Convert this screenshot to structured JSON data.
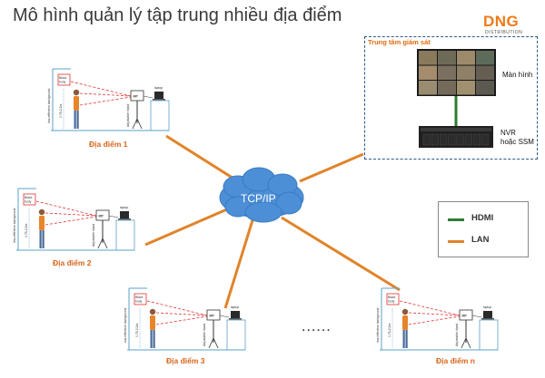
{
  "title": "Mô hình quản lý tập trung nhiều địa điểm",
  "logo": {
    "word": "DNG",
    "sub": "DISTRIBUTION"
  },
  "center": {
    "title": "Trung tâm giám sát",
    "monitor_label": "Màn hình",
    "nvr_label_1": "NVR",
    "nvr_label_2": "hoặc SSM"
  },
  "cloud_label": "TCP/IP",
  "legend": {
    "hdmi": "HDMI",
    "lan": "LAN",
    "hdmi_color": "#2e7d32",
    "lan_color": "#e0842a"
  },
  "sites": {
    "s1": "Địa điểm 1",
    "s2": "Địa điểm 2",
    "s3": "Địa điểm 3",
    "sn": "Địa điểm n"
  },
  "site_text": {
    "black_body": "Black body",
    "background": "low-reflective background",
    "distance": "0.75-2.2m",
    "camera": "IRT",
    "tripod": "Adjustable tripod",
    "laptop": "laptop"
  },
  "ellipsis": "......"
}
